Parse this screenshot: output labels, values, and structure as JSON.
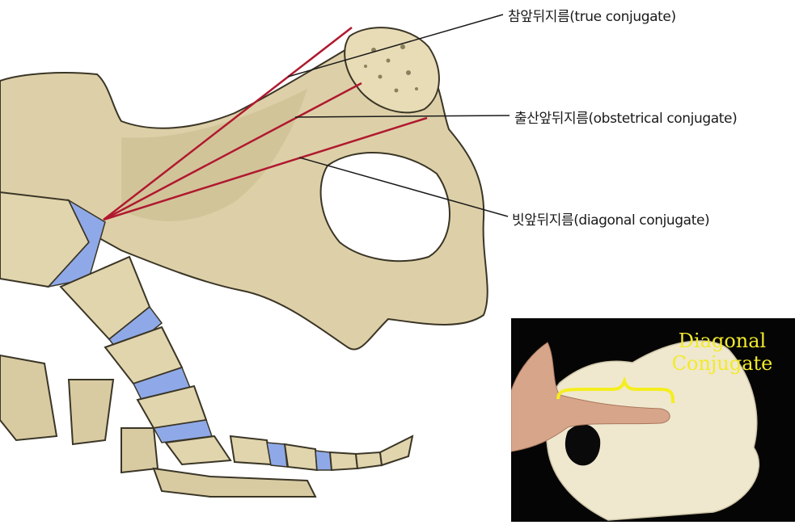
{
  "diagram": {
    "labels": {
      "true_conjugate": "참앞뒤지름(true conjugate)",
      "obstetrical_conjugate": "출산앞뒤지름(obstetrical conjugate)",
      "diagonal_conjugate": "빗앞뒤지름(diagonal conjugate)"
    },
    "colors": {
      "bone": "#ddd0a8",
      "bone_shadow": "#b7a67a",
      "bone_outline": "#3a3526",
      "disc": "#8fa9e8",
      "conjugate_line": "#b0192f",
      "leader_line": "#1a1a1a"
    }
  },
  "photo_inset": {
    "title": "Diagonal Conjugate",
    "colors": {
      "background": "#050505",
      "text": "#f2ea2a",
      "bracket": "#f5ee1e",
      "bone": "#efe8cf"
    }
  }
}
